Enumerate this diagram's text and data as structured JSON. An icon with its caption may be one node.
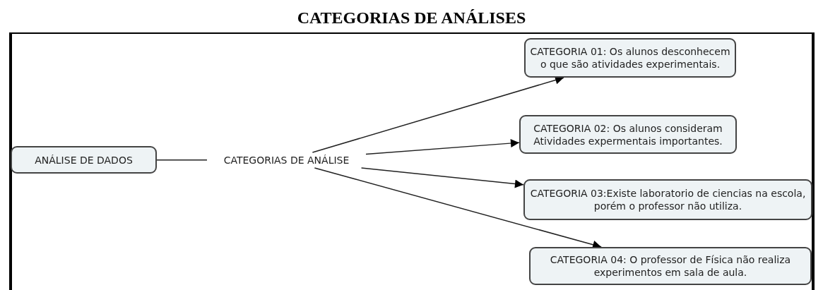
{
  "diagram": {
    "title": "CATEGORIAS DE ANÁLISES",
    "nodes": [
      {
        "text": [
          "ANÁLISE DE DADOS"
        ]
      },
      {
        "text": [
          "CATEGORIAS DE ANÁLISE"
        ]
      },
      {
        "text": [
          "CATEGORIA 01: Os alunos desconhecem o que são atividades experimentais."
        ]
      },
      {
        "text": [
          "CATEGORIA 02: Os alunos consideram Atividades expermentais importantes."
        ]
      },
      {
        "text": [
          "CATEGORIA 03:Existe laboratorio de ciencias na escola, porém o professor não utiliza."
        ]
      },
      {
        "text": [
          "CATEGORIA 04: O professor de Física não realiza experimentos em sala de aula."
        ]
      }
    ],
    "edges": [
      {
        "from": 0,
        "to": 1,
        "arrow": "none"
      },
      {
        "from": 1,
        "to": 2,
        "arrow": "to"
      },
      {
        "from": 1,
        "to": 3,
        "arrow": "to"
      },
      {
        "from": 1,
        "to": 4,
        "arrow": "to"
      },
      {
        "from": 1,
        "to": 5,
        "arrow": "to"
      }
    ]
  }
}
